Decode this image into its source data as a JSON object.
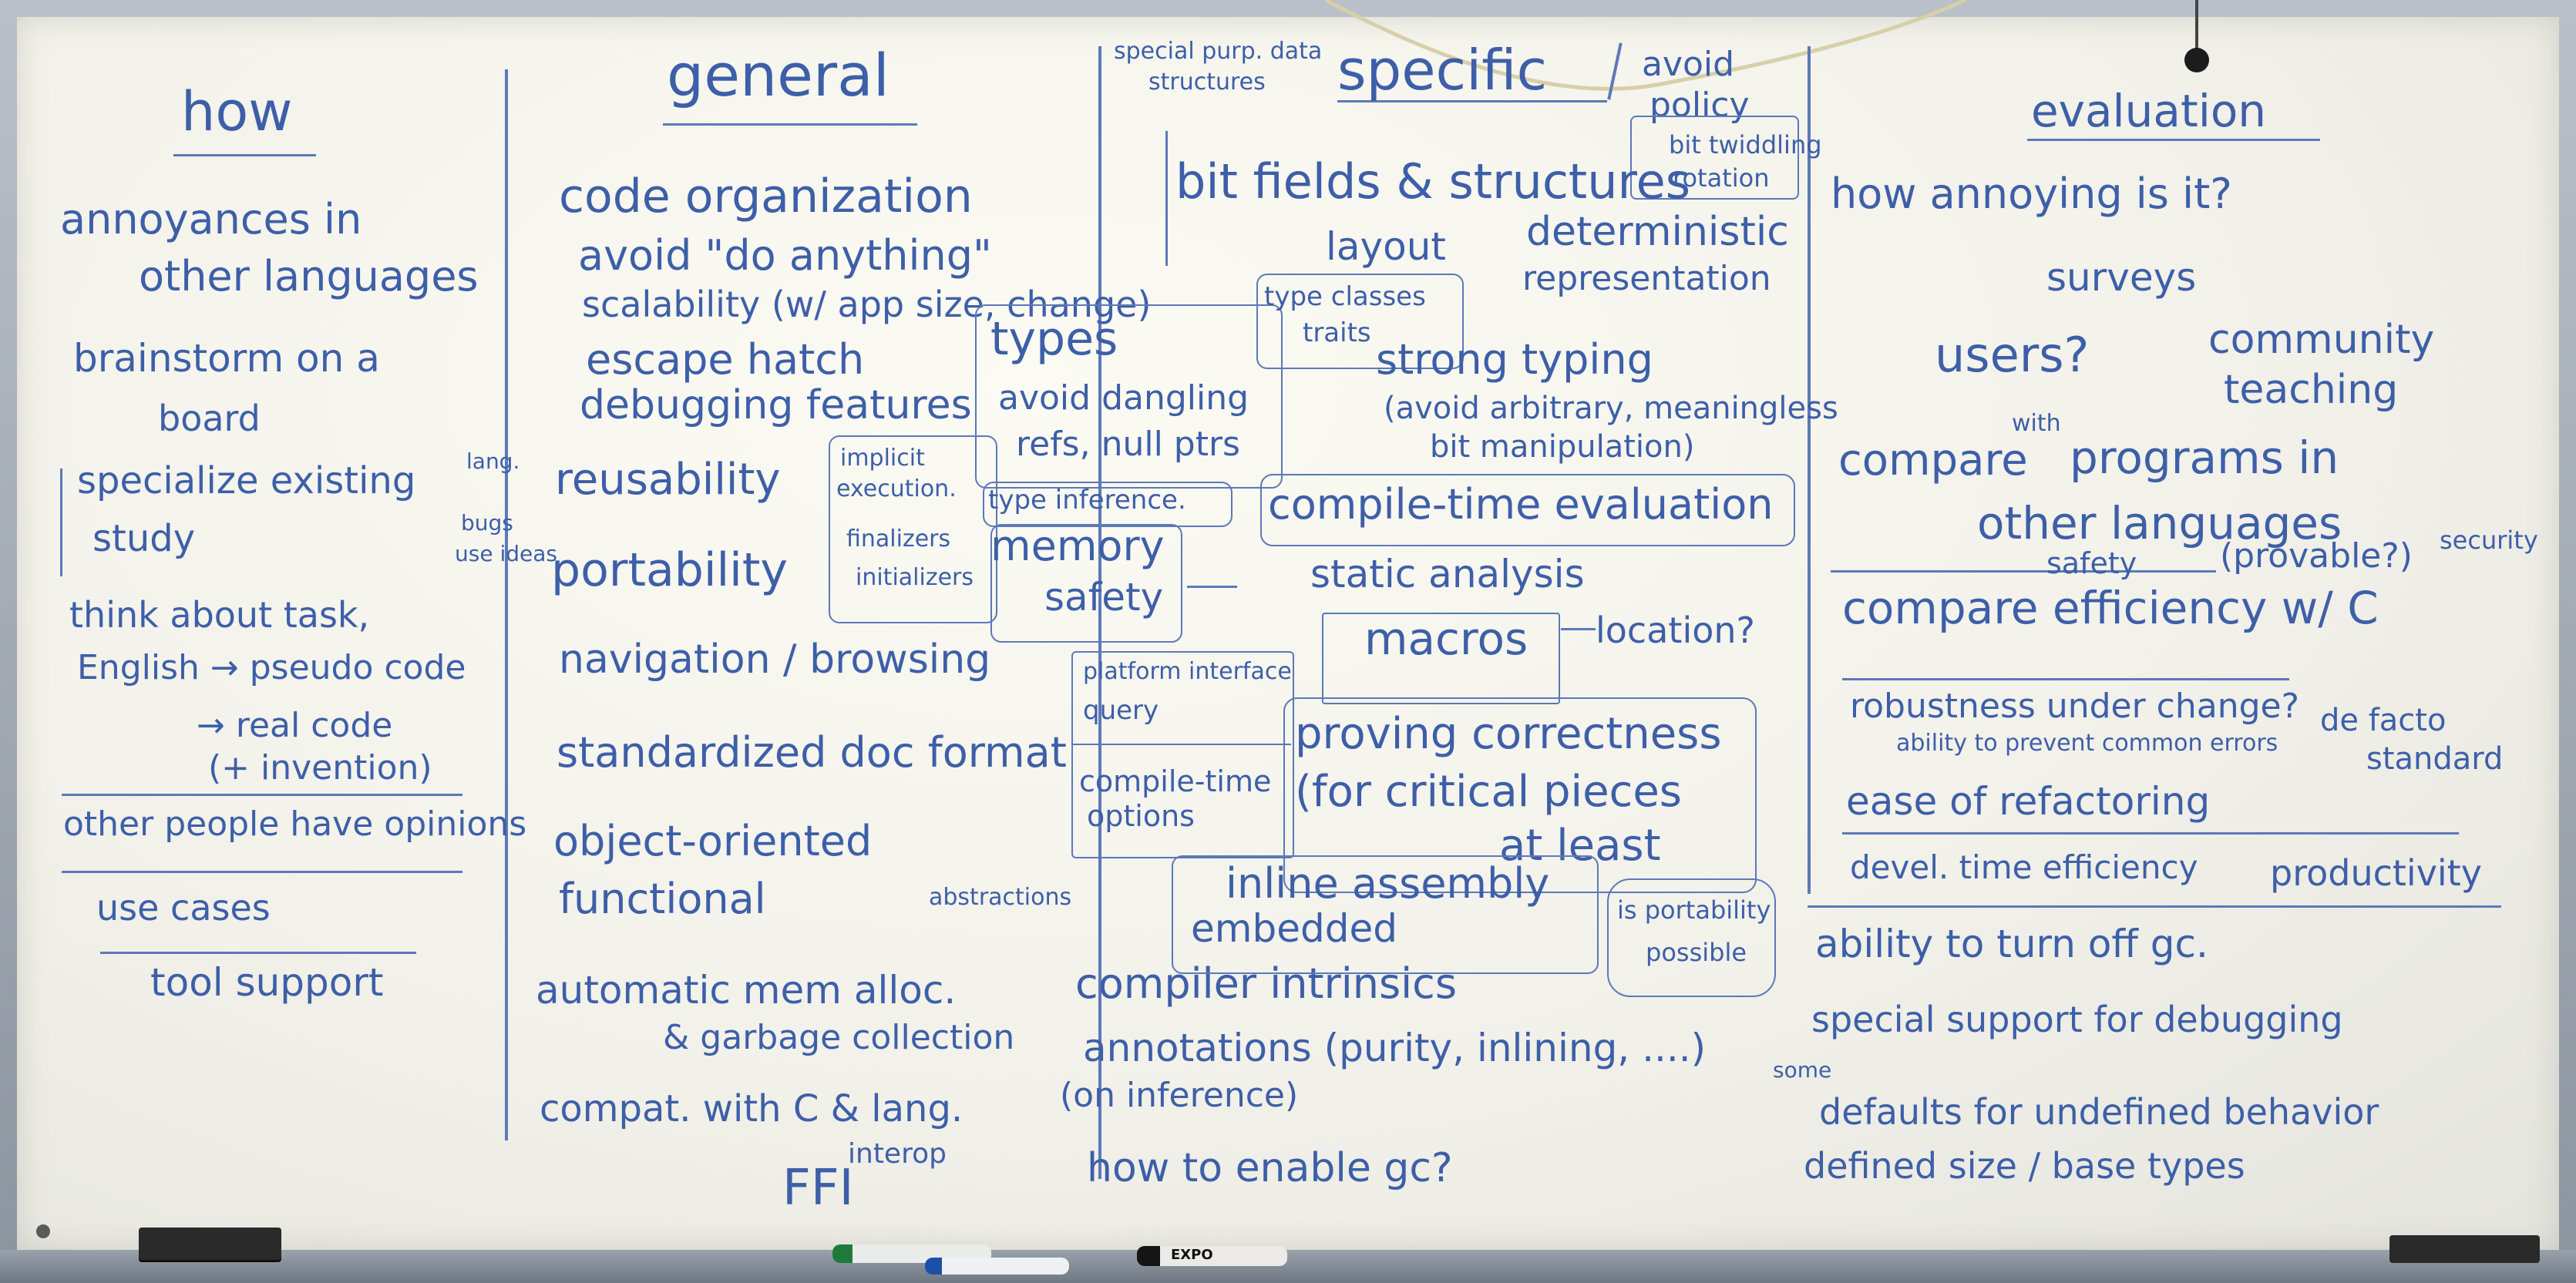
{
  "how": {
    "heading": "how",
    "items": [
      "annoyances in",
      "other languages",
      "brainstorm on a",
      "board",
      "specialize existing",
      "study",
      "lang.",
      "bugs",
      "use ideas",
      "think about task,",
      "English → pseudo code",
      "→ real code",
      "(+ invention)",
      "other people have opinions",
      "use cases",
      "tool support"
    ]
  },
  "general": {
    "heading": "general",
    "items": [
      "code organization",
      "avoid \"do anything\"",
      "scalability (w/ app size, change)",
      "escape hatch",
      "debugging features",
      "reusability",
      "portability",
      "navigation / browsing",
      "standardized doc format",
      "object-oriented",
      "functional",
      "abstractions",
      "automatic mem alloc.",
      "& garbage collection",
      "compat. with C & lang.",
      "interop",
      "FFI"
    ]
  },
  "middle": {
    "items": [
      "special purp. data",
      "structures",
      "types",
      "avoid dangling",
      "refs, null ptrs",
      "implicit",
      "execution.",
      "finalizers",
      "initializers",
      "type inference.",
      "memory",
      "safety",
      "platform interface",
      "query",
      "compile-time",
      "options",
      "compiler intrinsics",
      "annotations (purity, inlining, ....)",
      "(on inference)",
      "some",
      "how to enable gc?"
    ]
  },
  "specific": {
    "heading": "specific",
    "items": [
      "avoid",
      "policy",
      "bit twiddling",
      "rotation",
      "bit fields & structures",
      "layout",
      "deterministic",
      "representation",
      "type classes",
      "traits",
      "strong typing",
      "(avoid arbitrary, meaningless",
      "bit manipulation)",
      "compile-time evaluation",
      "static analysis",
      "macros",
      "location?",
      "proving correctness",
      "(for critical pieces",
      "at least",
      "inline assembly",
      "embedded",
      "is portability",
      "possible"
    ]
  },
  "evaluation": {
    "heading": "evaluation",
    "items": [
      "how annoying is it?",
      "surveys",
      "users?",
      "community",
      "teaching",
      "compare",
      "with",
      "programs in",
      "other languages",
      "safety",
      "(provable?)",
      "security",
      "compare efficiency w/ C",
      "robustness under change?",
      "ability to prevent common errors",
      "de facto",
      "standard",
      "ease of refactoring",
      "devel. time efficiency",
      "productivity",
      "ability to turn off gc.",
      "special support for debugging",
      "defaults for undefined behavior",
      "defined size / base types"
    ]
  },
  "tray": {
    "marker_brand": "EXPO"
  }
}
